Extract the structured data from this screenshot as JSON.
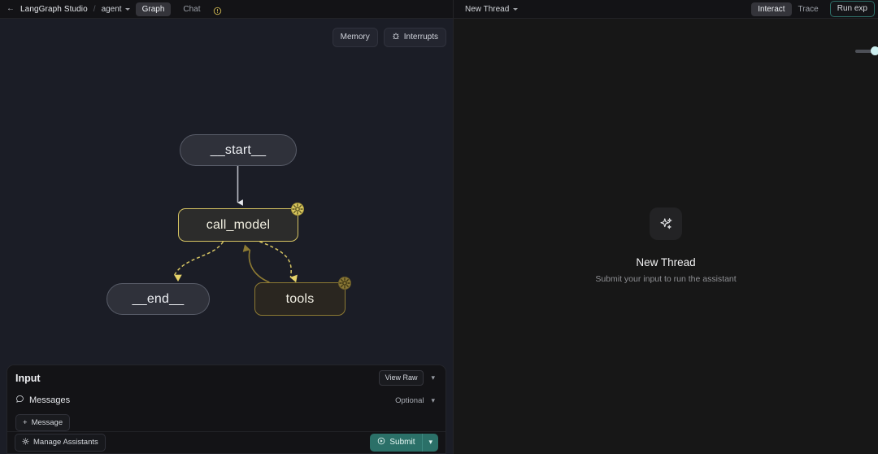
{
  "topbar": {
    "back_icon": "arrow-left-icon",
    "brand": "LangGraph Studio",
    "separator": "/",
    "assistant": "agent",
    "tabs": [
      {
        "label": "Graph",
        "active": true
      },
      {
        "label": "Chat",
        "active": false
      }
    ],
    "info_icon": "info-circle-icon",
    "thread": "New Thread",
    "right_tabs": [
      {
        "label": "Interact",
        "active": true
      },
      {
        "label": "Trace",
        "active": false
      }
    ],
    "run_experiment": "Run exp"
  },
  "graph_toolbar": {
    "memory": "Memory",
    "interrupts": "Interrupts",
    "interrupts_icon": "bug-icon"
  },
  "graph": {
    "nodes": [
      {
        "id": "start",
        "label": "__start__",
        "kind": "terminal",
        "badge": null
      },
      {
        "id": "call_model",
        "label": "call_model",
        "kind": "active",
        "badge": "gear-icon"
      },
      {
        "id": "end",
        "label": "__end__",
        "kind": "terminal",
        "badge": null
      },
      {
        "id": "tools",
        "label": "tools",
        "kind": "tool",
        "badge": "gear-icon"
      }
    ],
    "edges": [
      {
        "from": "start",
        "to": "call_model",
        "style": "solid",
        "color": "#b9bcc4"
      },
      {
        "from": "call_model",
        "to": "end",
        "style": "dashed",
        "color": "#d6c463"
      },
      {
        "from": "call_model",
        "to": "tools",
        "style": "dashed",
        "color": "#d6c463"
      },
      {
        "from": "tools",
        "to": "call_model",
        "style": "solid",
        "color": "#8d7a33"
      }
    ],
    "colors": {
      "canvas": "#1b1d26",
      "terminal_border": "#585c68",
      "active_border": "#d6c463",
      "tool_border": "#8d7a33",
      "badge_bright": "#d8c75f",
      "badge_dim": "#8a7836"
    }
  },
  "input_panel": {
    "title": "Input",
    "view_raw": "View Raw",
    "view_raw_chevron": "chevron-down-icon",
    "messages_icon": "message-bubble-icon",
    "messages_label": "Messages",
    "optional": "Optional",
    "optional_chevron": "chevron-down-icon",
    "add_message": "Message",
    "add_icon": "plus-icon",
    "manage_assistants": "Manage Assistants",
    "manage_icon": "gear-icon",
    "submit": "Submit",
    "submit_icon": "play-circle-icon",
    "submit_chevron": "chevron-down-icon",
    "submit_color": "#2b7068"
  },
  "thread_panel": {
    "icon": "sparkles-icon",
    "title": "New Thread",
    "subtitle": "Submit your input to run the assistant",
    "toggle": "view-toggle"
  }
}
